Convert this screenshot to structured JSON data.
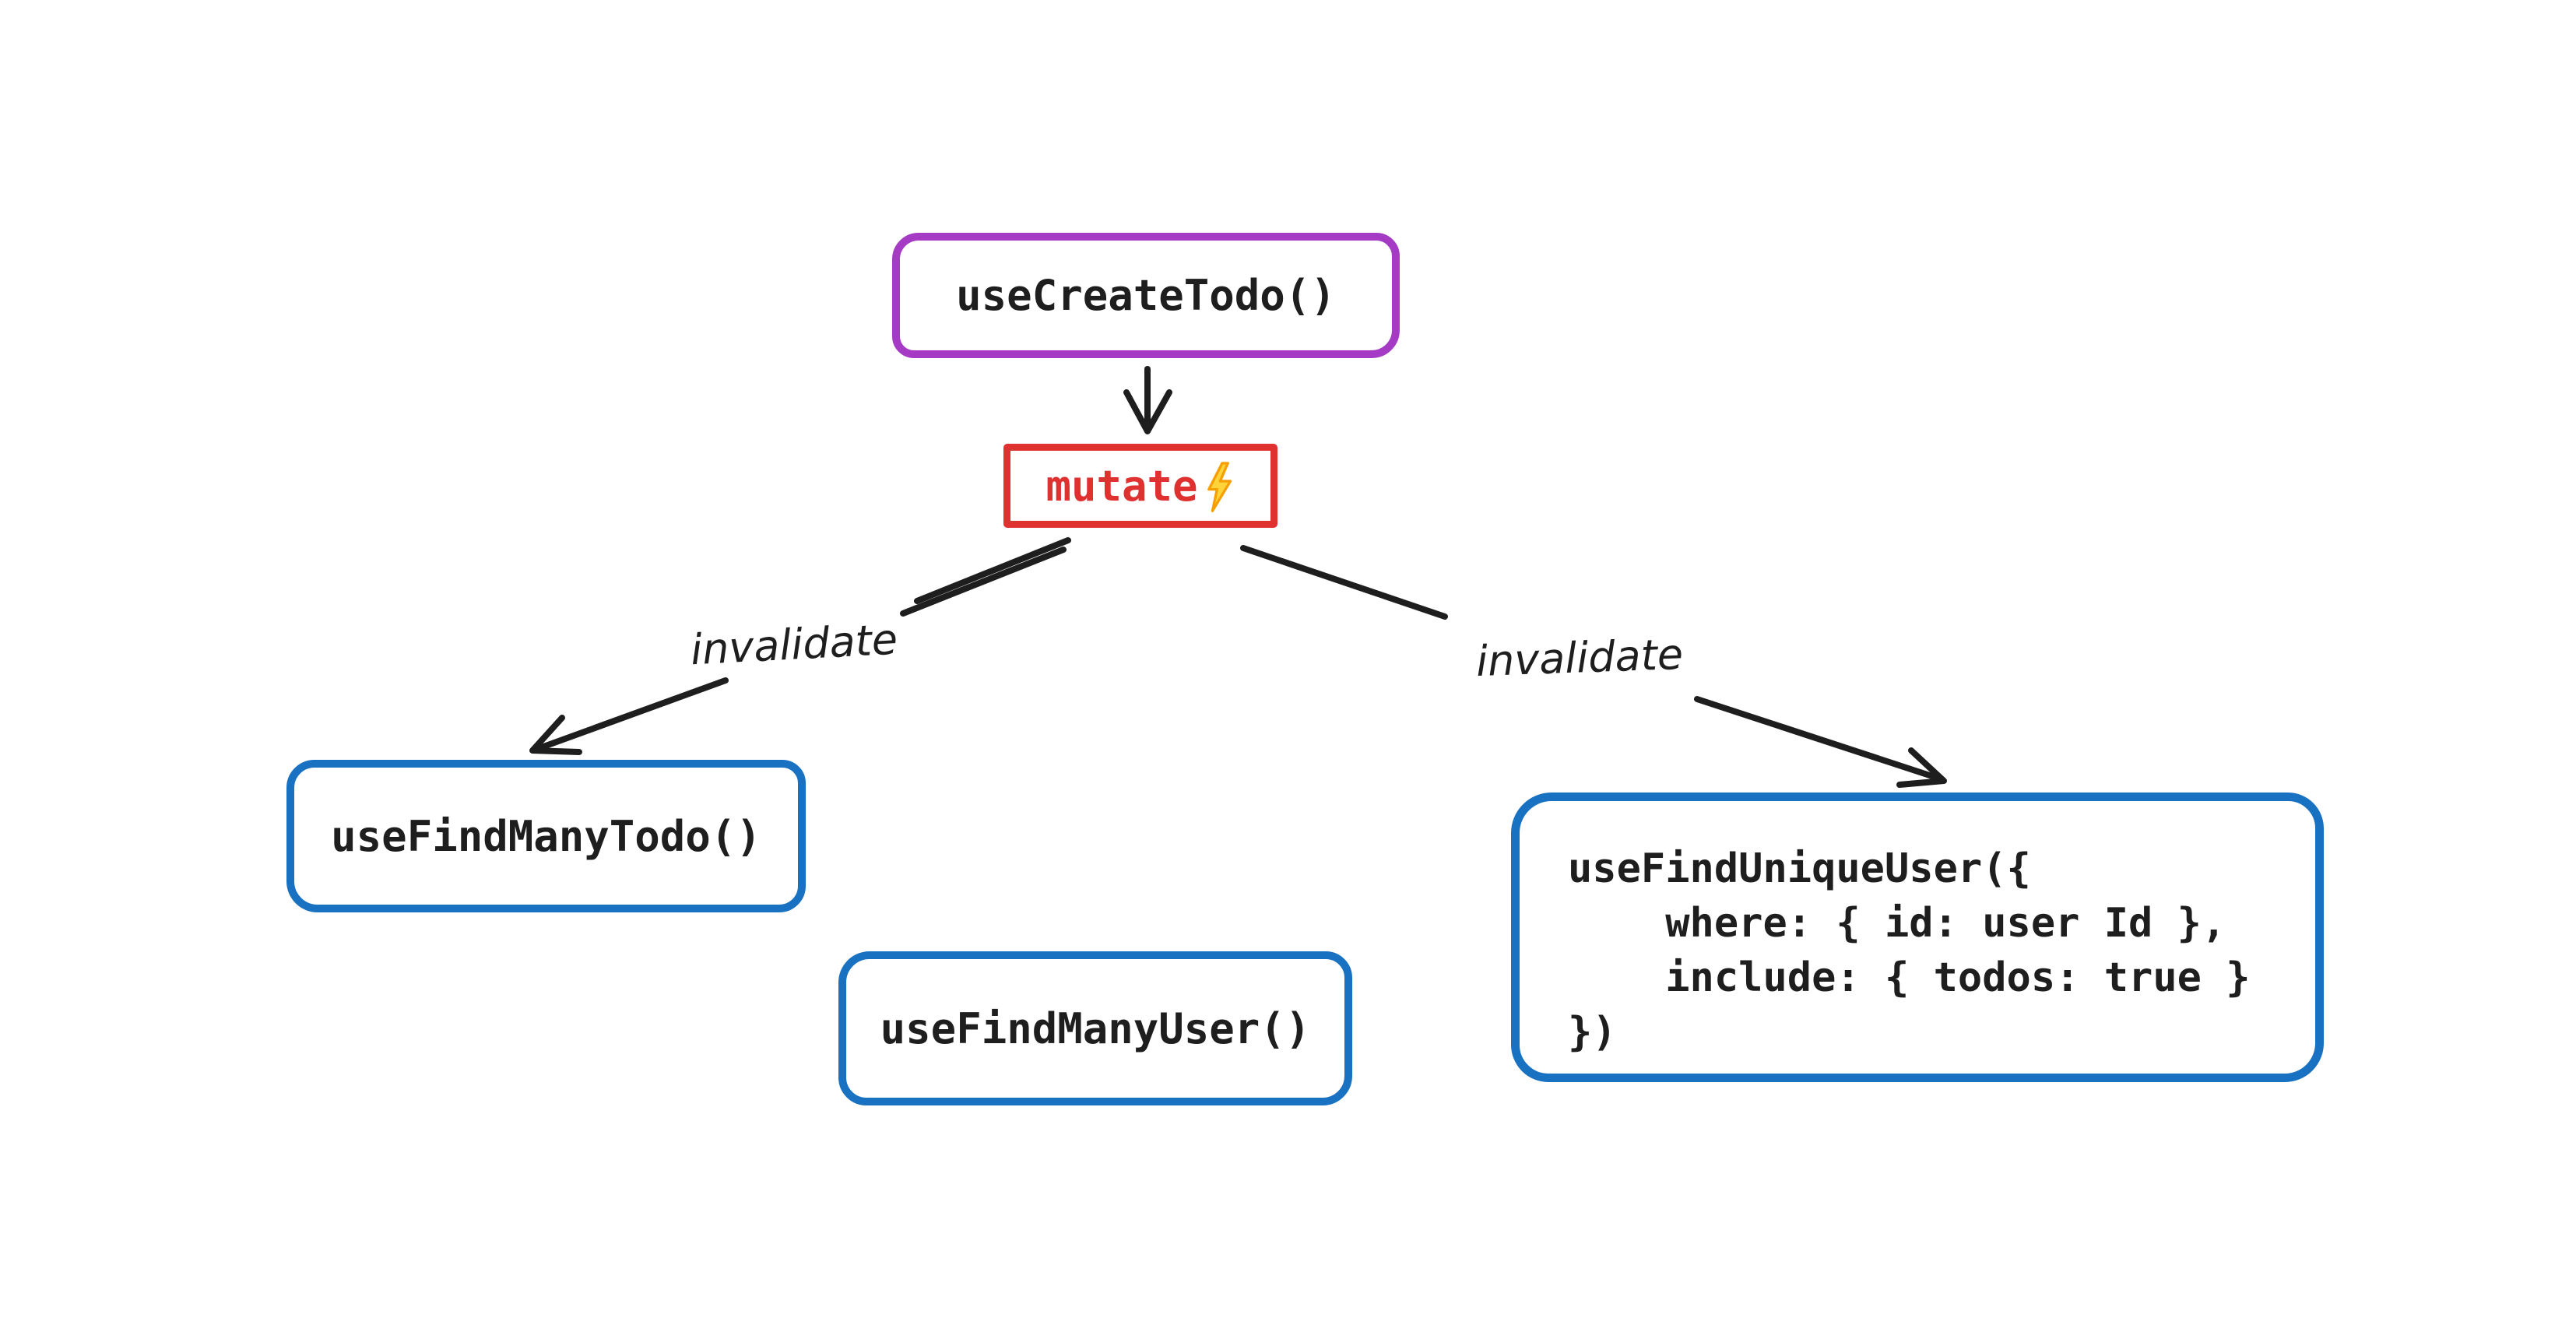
{
  "diagram": {
    "colors": {
      "purple": "#a53bc5",
      "red": "#e03131",
      "blue": "#1971c2",
      "text": "#1e1e1e",
      "arrow": "#1e1e1e",
      "bolt_fill": "#ffd43b",
      "bolt_stroke": "#f59f00",
      "background": "#ffffff"
    },
    "nodes": {
      "use_create_todo": {
        "label": "useCreateTodo()",
        "border_color": "#a53bc5"
      },
      "mutate": {
        "label": "mutate",
        "icon": "lightning-bolt",
        "border_color": "#e03131",
        "text_color": "#e03131"
      },
      "use_find_many_todo": {
        "label": "useFindManyTodo()",
        "border_color": "#1971c2"
      },
      "use_find_many_user": {
        "label": "useFindManyUser()",
        "border_color": "#1971c2"
      },
      "use_find_unique_user": {
        "border_color": "#1971c2",
        "lines": [
          "useFindUniqueUser({",
          "    where: { id: user Id },",
          "    include: { todos: true }",
          "})"
        ]
      }
    },
    "edges": {
      "create_to_mutate": {
        "from": "use_create_todo",
        "to": "mutate",
        "label": ""
      },
      "mutate_to_find_many_todo": {
        "from": "mutate",
        "to": "use_find_many_todo",
        "label": "invalidate"
      },
      "mutate_to_find_unique_user": {
        "from": "mutate",
        "to": "use_find_unique_user",
        "label": "invalidate"
      }
    }
  }
}
